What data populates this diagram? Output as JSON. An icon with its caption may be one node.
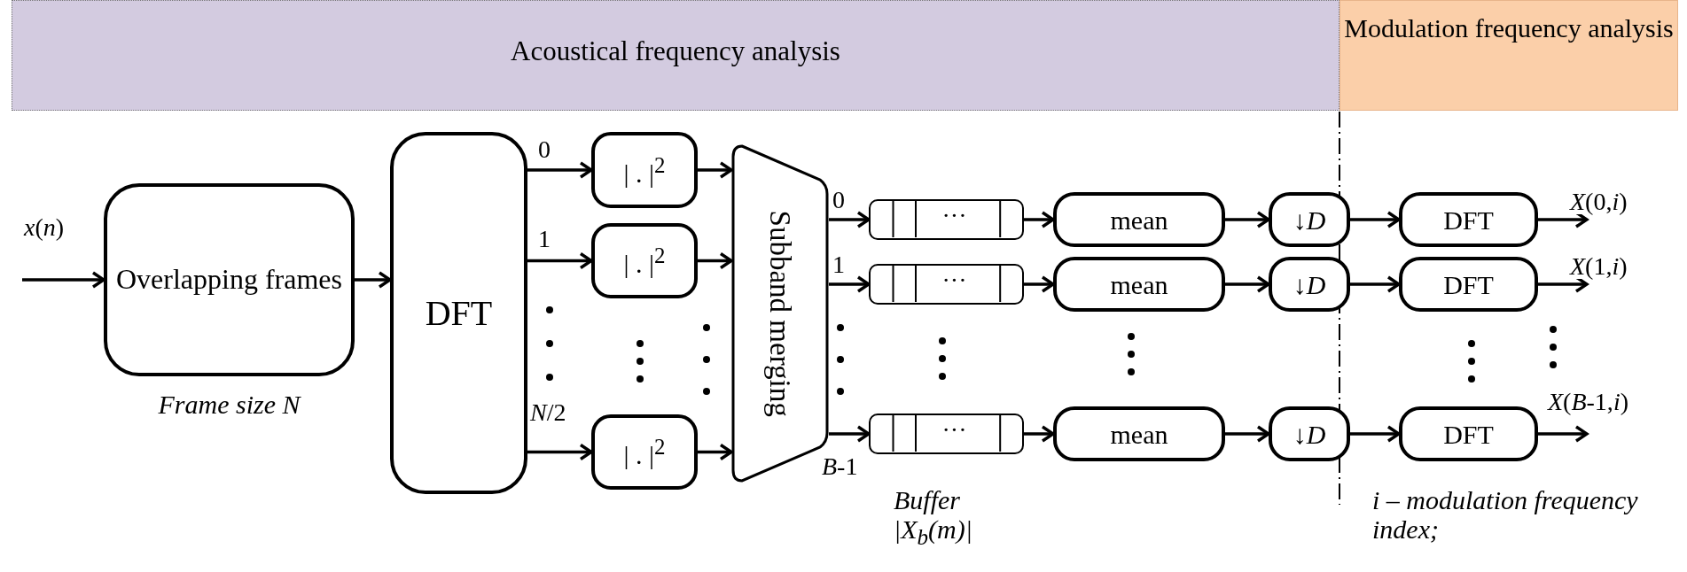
{
  "diagram": {
    "nodes": [
      {
        "text": [
          "Acoustical frequency analysis"
        ]
      },
      {
        "text": [
          "Modulation frequency analysis"
        ]
      },
      {
        "text": [
          "Overlapping frames"
        ],
        "beside": [
          "Frame size N"
        ]
      },
      {
        "text": [
          "DFT"
        ]
      },
      {
        "text": [
          "| . |$^{2}$"
        ]
      },
      {
        "text": [
          "| . |$^{2}$"
        ]
      },
      {
        "text": [
          "| . |$^{2}$"
        ]
      },
      {
        "text": [
          "Subband merging"
        ]
      },
      {
        "text": [
          "···"
        ]
      },
      {
        "text": [
          "···"
        ]
      },
      {
        "text": [
          "···"
        ]
      },
      {
        "text": [
          "mean"
        ]
      },
      {
        "text": [
          "mean"
        ]
      },
      {
        "text": [
          "mean"
        ]
      },
      {
        "text": [
          "↓*D*"
        ]
      },
      {
        "text": [
          "↓*D*"
        ]
      },
      {
        "text": [
          "↓*D*"
        ]
      },
      {
        "text": [
          "DFT"
        ]
      },
      {
        "text": [
          "DFT"
        ]
      },
      {
        "text": [
          "DFT"
        ]
      }
    ],
    "edges": [
      {
        "from": null,
        "to": 2,
        "arrow": "to",
        "label": "*x*(*n*)"
      },
      {
        "from": 2,
        "to": 3,
        "arrow": "to"
      },
      {
        "from": 3,
        "to": 4,
        "arrow": "to",
        "label": "0"
      },
      {
        "from": 3,
        "to": 5,
        "arrow": "to",
        "label": "1"
      },
      {
        "from": 3,
        "to": 6,
        "arrow": "to",
        "label": "*N*/2"
      },
      {
        "from": 4,
        "to": 7,
        "arrow": "to"
      },
      {
        "from": 5,
        "to": 7,
        "arrow": "to"
      },
      {
        "from": 6,
        "to": 7,
        "arrow": "to"
      },
      {
        "from": 7,
        "to": 8,
        "arrow": "to",
        "label": "0"
      },
      {
        "from": 7,
        "to": 9,
        "arrow": "to",
        "label": "1"
      },
      {
        "from": 7,
        "to": 10,
        "arrow": "to",
        "label": "*B*-1"
      },
      {
        "from": 8,
        "to": 11,
        "arrow": "to"
      },
      {
        "from": 9,
        "to": 12,
        "arrow": "to"
      },
      {
        "from": 10,
        "to": 13,
        "arrow": "to"
      },
      {
        "from": 11,
        "to": 14,
        "arrow": "to"
      },
      {
        "from": 12,
        "to": 15,
        "arrow": "to"
      },
      {
        "from": 13,
        "to": 16,
        "arrow": "to"
      },
      {
        "from": 14,
        "to": 17,
        "arrow": "to"
      },
      {
        "from": 15,
        "to": 18,
        "arrow": "to"
      },
      {
        "from": 16,
        "to": 19,
        "arrow": "to"
      },
      {
        "from": 17,
        "to": null,
        "arrow": "to",
        "label": "*X*(0,*i*)"
      },
      {
        "from": 18,
        "to": null,
        "arrow": "to",
        "label": "*X*(1,*i*)"
      },
      {
        "from": 19,
        "to": null,
        "arrow": "to",
        "label": "*X*(*B*-1,*i*)"
      }
    ],
    "labels": [
      "*Buffer* |*X*$_{b}$(*m*)|",
      "i – modulation frequency index;"
    ]
  }
}
